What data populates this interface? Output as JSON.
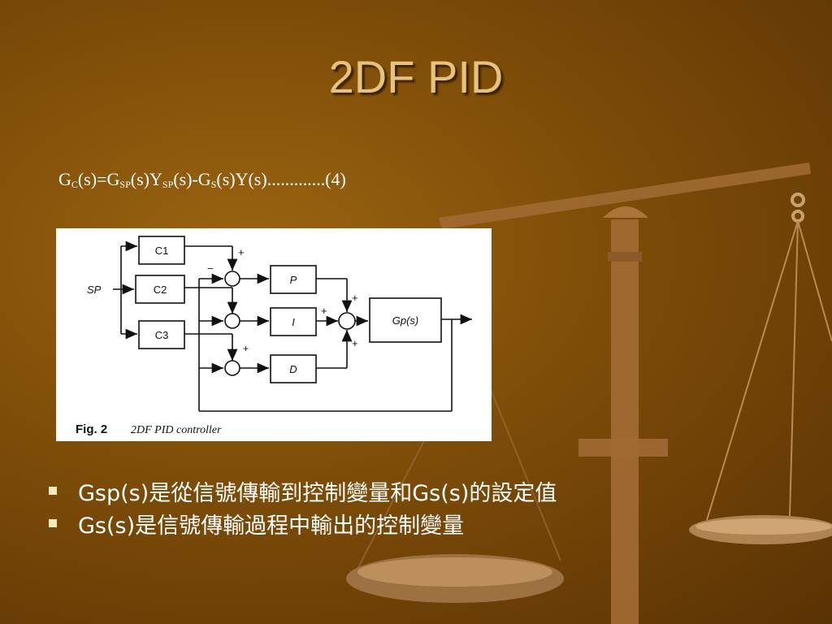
{
  "slide": {
    "title": "2DF PID",
    "formula": {
      "parts": [
        "G",
        "C",
        "(s)=G",
        "SP",
        "(s)Y",
        "SP",
        "(s)-G",
        "S",
        "(s)Y(s).............(4)"
      ]
    },
    "figure": {
      "blocks": {
        "c1": "C1",
        "c2": "C2",
        "c3": "C3",
        "p": "P",
        "i": "I",
        "d": "D",
        "gp": "Gp(s)"
      },
      "sp_label": "SP",
      "signs": [
        "+",
        "−",
        "+",
        "+",
        "+",
        "+"
      ],
      "caption_bold": "Fig. 2",
      "caption_italic": "2DF PID controller"
    },
    "bullets": [
      "Gsp(s)是從信號傳輸到控制變量和Gs(s)的設定值",
      "Gs(s)是信號傳輸過程中輸出的控制變量"
    ]
  }
}
